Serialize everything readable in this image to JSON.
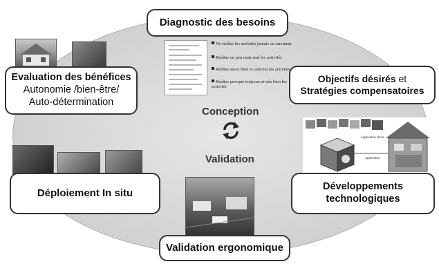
{
  "boxes": {
    "diagnostic": "Diagnostic des besoins",
    "evaluation": {
      "title": "Evaluation des bénéfices",
      "line1": "Autonomie /bien-être/",
      "line2": "Auto-détermination"
    },
    "objectifs": {
      "bold1": "Objectifs désirés",
      "normal": " et",
      "bold2": "Stratégies compensatoires"
    },
    "deploiement": "Déploiement In situ",
    "developpements": {
      "line1": "Développements",
      "line2": "technologiques"
    },
    "validation_ergo": "Validation ergonomique"
  },
  "center": {
    "top": "Conception",
    "bottom": "Validation"
  },
  "questionnaire": {
    "items": [
      "Ne réalise les activités jamais ou rarement",
      "Réalise un peu mais mal les activités",
      "Réalise assez bien et souvent les activités",
      "Réalise presque toujours et très bien les activités"
    ]
  },
  "tech_labels": {
    "application": "Application",
    "application_store": "Application Store"
  },
  "colors": {
    "box_border": "#333333",
    "ellipse": "#d6d6d6",
    "cycle_arrows": "#2a2a2a"
  },
  "icons": [
    "cycle-arrows-icon",
    "house-icon",
    "cube-icon",
    "photo-thumbnails"
  ]
}
